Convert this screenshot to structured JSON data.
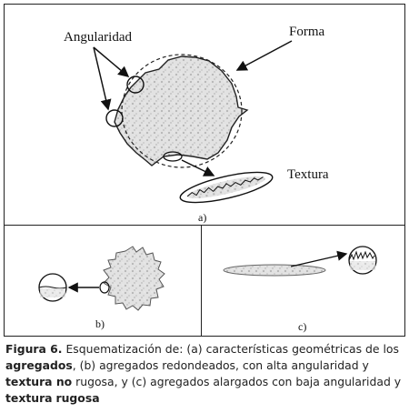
{
  "labels": {
    "angularidad": "Angularidad",
    "forma": "Forma",
    "textura": "Textura",
    "panel_a": "a)",
    "panel_b": "b)",
    "panel_c": "c)"
  },
  "caption": {
    "lead": "Figura 6.",
    "t1": " Esquematización de: (a) características geométricas de los ",
    "b1": "agregados",
    "t2": ", (b) agregados redondeados, con alta angularidad y ",
    "b2": "textura no",
    "t3": " rugosa, y (c) agregados alargados con baja angularidad y ",
    "b3": "textura",
    "t4": " ",
    "b4": "rugosa"
  }
}
